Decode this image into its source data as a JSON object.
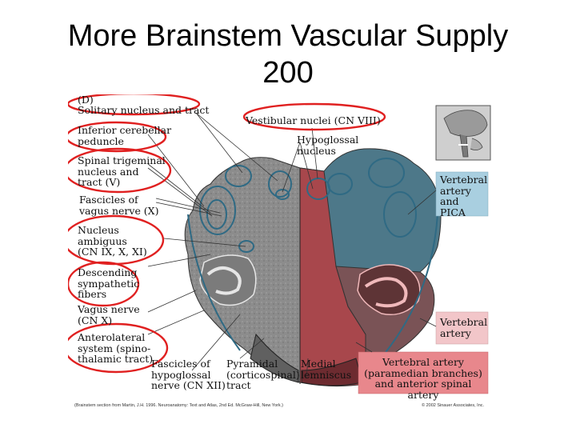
{
  "slide": {
    "title_line1": "More Brainstem Vascular Supply",
    "title_line2": "200"
  },
  "figure": {
    "labels_left": {
      "d": "(D)",
      "solitary": "Solitary nucleus and tract",
      "inferior_cerebellar": "Inferior cerebellar\npeduncle",
      "spinal_trigeminal": "Spinal trigeminal\nnucleus and\ntract (V)",
      "vagus_fascicles": "Fascicles of\nvagus nerve (X)",
      "nucleus_ambiguus": "Nucleus\nambiguus\n(CN IX, X, XI)",
      "descending_sympathetic": "Descending\nsympathetic\nfibers",
      "vagus_nerve": "Vagus nerve\n(CN X)",
      "anterolateral": "Anterolateral\nsystem (spino-\nthalamic tract)"
    },
    "labels_top": {
      "vestibular": "Vestibular nuclei (CN VIII)",
      "hypoglossal": "Hypoglossal\nnucleus"
    },
    "labels_bottom": {
      "hypoglossal_fascicles": "Fascicles of\nhypoglossal\nnerve (CN XII)",
      "pyramidal": "Pyramidal\n(corticospinal)\ntract",
      "medial_lemniscus": "Medial\nlemniscus"
    },
    "legend": {
      "vertebral_pica": "Vertebral\nartery\nand PICA",
      "vertebral_artery": "Vertebral\nartery",
      "vertebral_paramedian": "Vertebral artery\n(paramedian branches)\nand anterior spinal artery"
    },
    "credits": {
      "left": "(Brainstem section from Martin, J.H. 1996. Neuroanatomy: Text and Atlas, 2nd Ed. McGraw-Hill, New York.)",
      "right": "© 2002 Sinauer Associates, Inc."
    },
    "colors": {
      "pica_blue": "#a9cfe0",
      "vertebral_pink": "#f2c6c9",
      "paramedian_red": "#e8878c",
      "circle_red": "#e02020"
    }
  }
}
